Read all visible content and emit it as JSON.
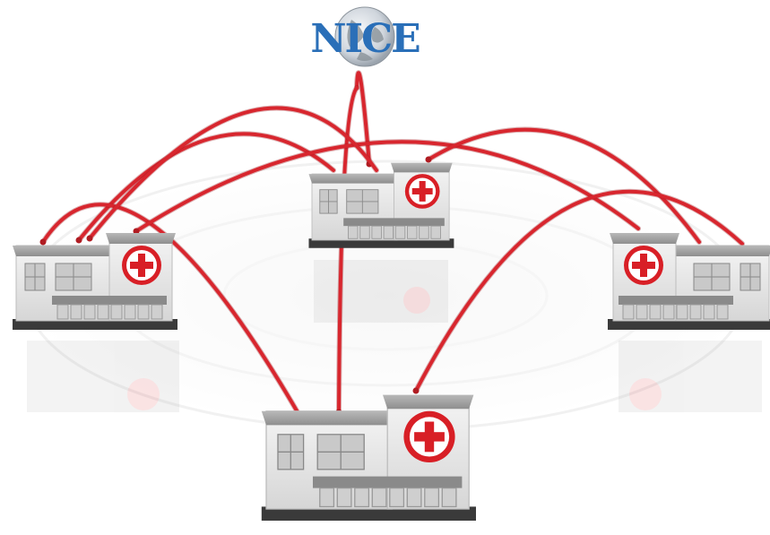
{
  "logo": {
    "text": "NICE",
    "colors": {
      "letters": "#2a6fb8",
      "globe": "#dfe3e8"
    }
  },
  "colors": {
    "connection": "#d8262e",
    "cross": "#d81f26",
    "building_wall": "#e4e4e4",
    "building_roof": "#a9a9a9",
    "window": "#c9c9c9",
    "base": "#3a3a3a"
  },
  "diagram": {
    "nodes": [
      {
        "id": "hub",
        "kind": "logo"
      },
      {
        "id": "hospital-center",
        "kind": "hospital"
      },
      {
        "id": "hospital-left",
        "kind": "hospital"
      },
      {
        "id": "hospital-right",
        "kind": "hospital"
      },
      {
        "id": "hospital-bottom",
        "kind": "hospital"
      }
    ],
    "edges": [
      [
        "hub",
        "hospital-center"
      ],
      [
        "hub",
        "hospital-bottom"
      ],
      [
        "hospital-left",
        "hospital-center"
      ],
      [
        "hospital-left",
        "hospital-bottom"
      ],
      [
        "hospital-left",
        "hospital-right"
      ],
      [
        "hospital-center",
        "hospital-right"
      ],
      [
        "hospital-bottom",
        "hospital-right"
      ],
      [
        "hospital-center",
        "hospital-bottom"
      ]
    ]
  }
}
